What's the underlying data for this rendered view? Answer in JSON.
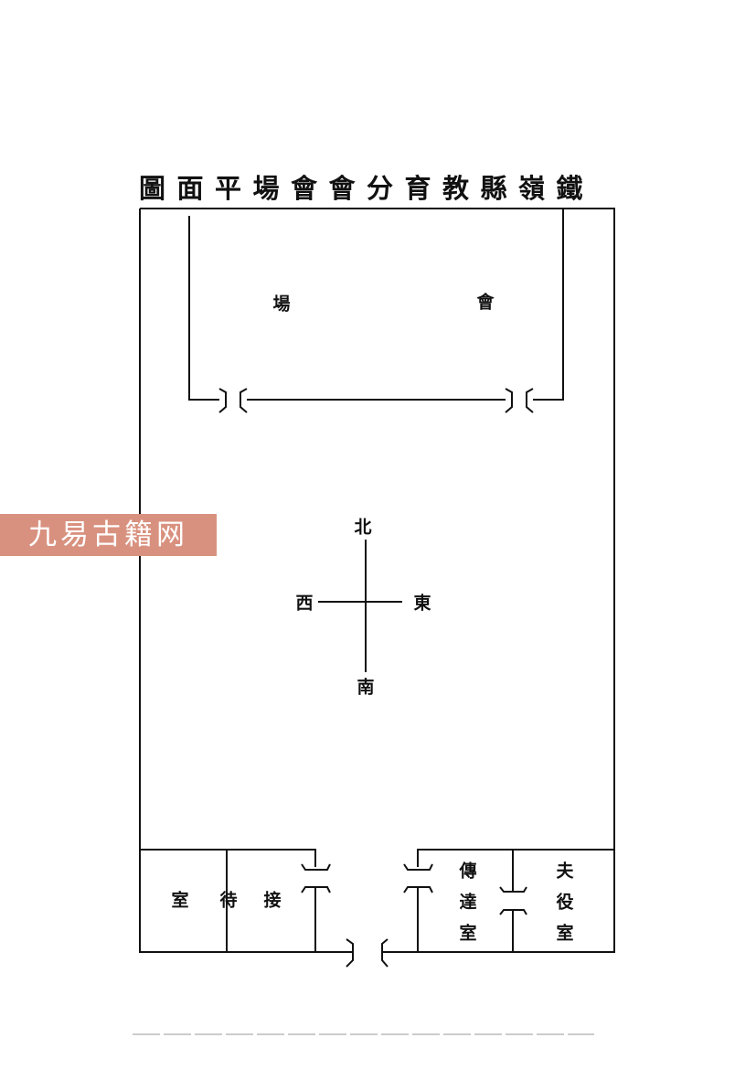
{
  "title": "圖面平場會會分育教縣嶺鐵",
  "hall": {
    "label_left": "場",
    "label_right": "會"
  },
  "compass": {
    "north": "北",
    "south": "南",
    "east": "東",
    "west": "西"
  },
  "rooms": {
    "reception": [
      "室",
      "待",
      "接"
    ],
    "messenger": "傳達室",
    "servants": "夫役室"
  },
  "watermark": "九易古籍网"
}
